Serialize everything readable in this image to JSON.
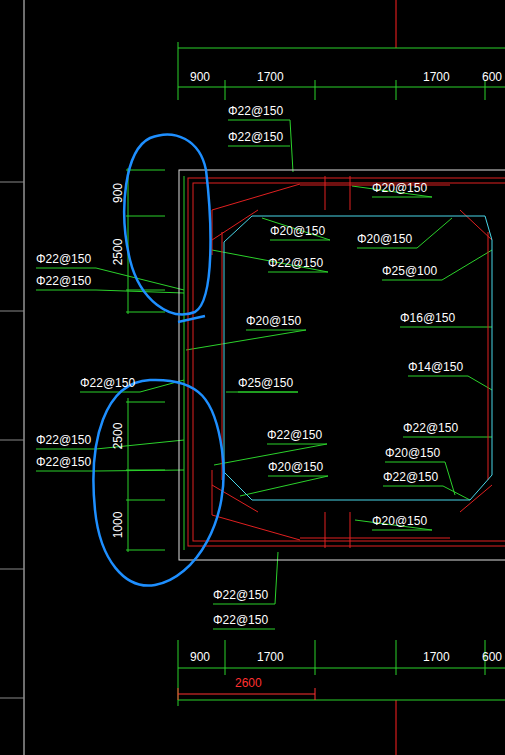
{
  "diagram": {
    "labels": [
      "900",
      "1700",
      "1700",
      "600",
      "Φ22@150",
      "Φ22@150",
      "900",
      "2500",
      "Φ22@150",
      "Φ22@150",
      "Φ20@150",
      "Φ20@150",
      "Φ20@150",
      "Φ22@150",
      "Φ25@100",
      "Φ20@150",
      "Φ16@150",
      "Φ22@150",
      "Φ25@150",
      "Φ14@150",
      "Φ22@150",
      "Φ22@150",
      "Φ22@150",
      "Φ22@150",
      "Φ20@150",
      "2500",
      "Φ20@150",
      "Φ22@150",
      "1000",
      "Φ20@150",
      "Φ22@150",
      "Φ22@150",
      "900",
      "1700",
      "1700",
      "600",
      "2600"
    ]
  }
}
